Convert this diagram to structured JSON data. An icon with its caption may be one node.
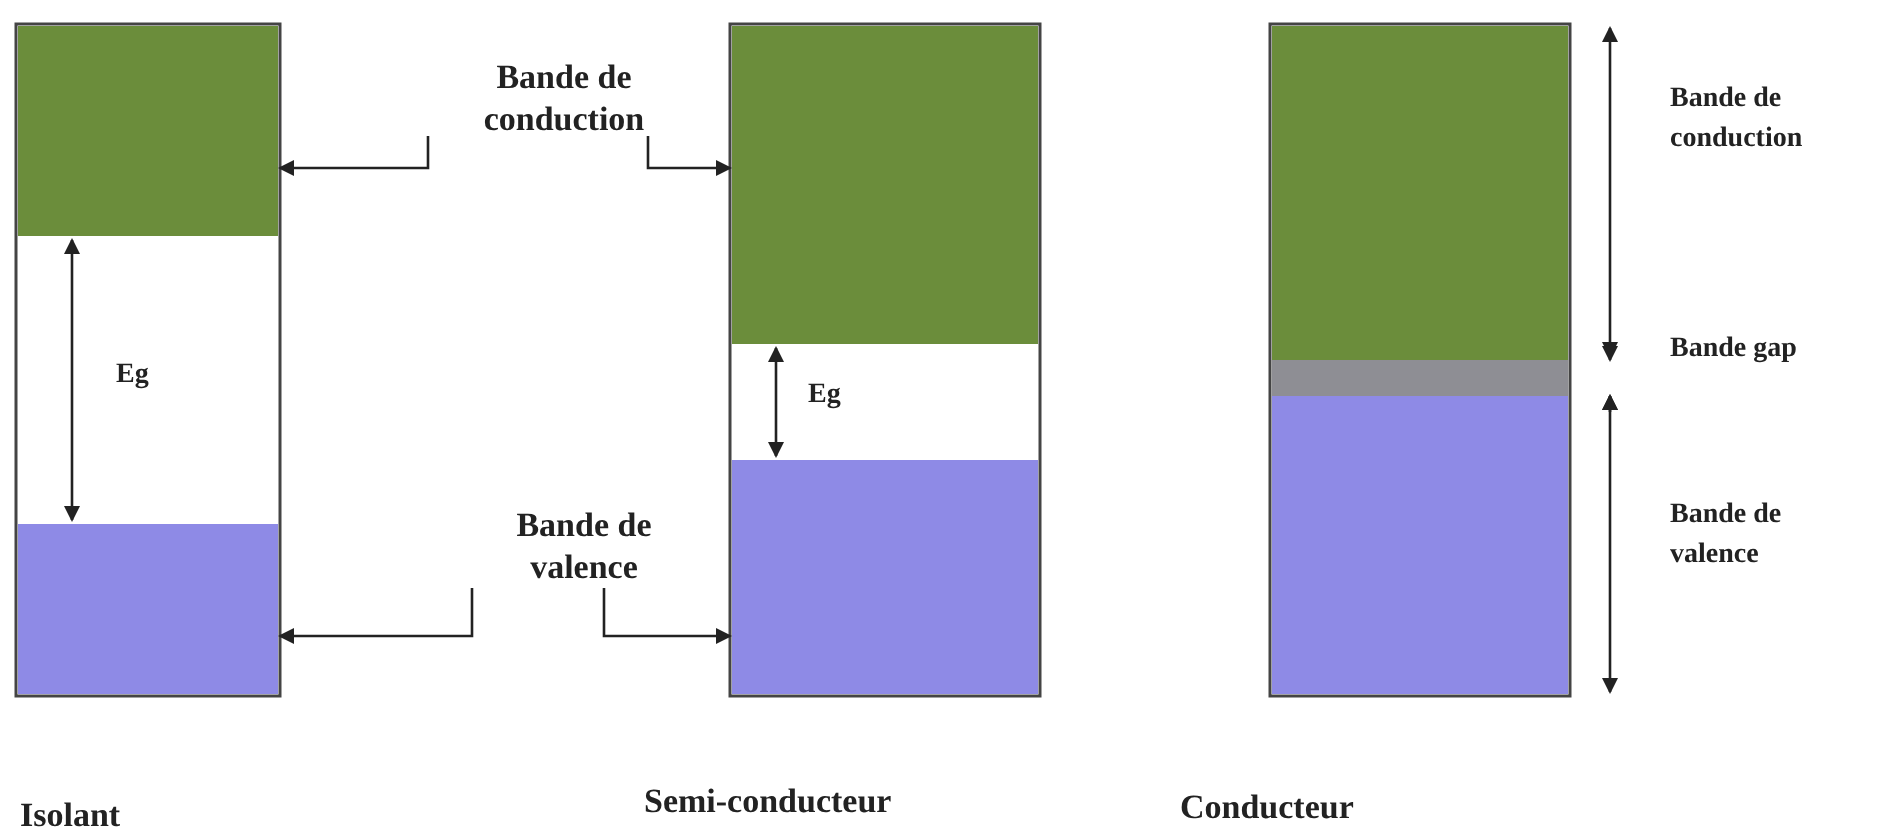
{
  "diagram": {
    "nodes": [
      {
        "text": [
          "Bande de conduction"
        ]
      },
      {
        "text": [
          "Bande de valence"
        ]
      },
      {
        "text": [],
        "shape": "bar"
      },
      {
        "text": [],
        "shape": "bar"
      },
      {
        "text": [],
        "shape": "bar"
      },
      {
        "text": [],
        "shape": "bar"
      },
      {
        "text": [],
        "shape": "bar"
      },
      {
        "text": [],
        "shape": "bar"
      },
      {
        "text": [],
        "shape": "bar"
      }
    ],
    "edges": [
      {
        "from": 0,
        "to": 2,
        "arrow": "to"
      },
      {
        "from": 0,
        "to": 4,
        "arrow": "to"
      },
      {
        "from": 1,
        "to": 3,
        "arrow": "to"
      },
      {
        "from": 1,
        "to": 5,
        "arrow": "to"
      },
      {
        "from": 2,
        "to": 3,
        "arrow": "both",
        "label": "Eg"
      },
      {
        "from": 4,
        "to": 5,
        "arrow": "both",
        "label": "Eg"
      }
    ],
    "labels": [
      "Bande de conduction",
      "Bande gap",
      "Bande de valence",
      "Isolant",
      "Semi-conducteur",
      "Conducteur"
    ]
  }
}
